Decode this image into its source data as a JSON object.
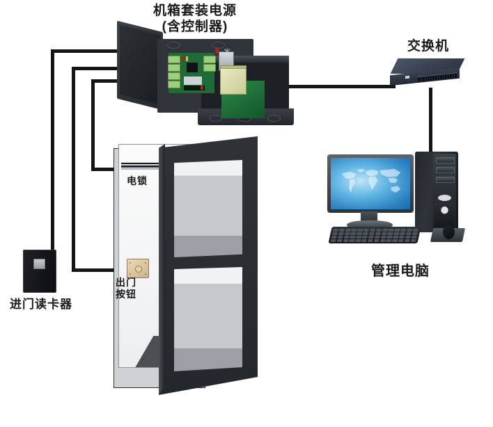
{
  "diagram": {
    "title": "Access Control System Wiring Diagram",
    "background": "#ffffff",
    "cable_color": "#151515"
  },
  "labels": {
    "control_box_line1": "机箱套装电源",
    "control_box_line2": "(含控制器)",
    "switch": "交换机",
    "computer": "管理电脑",
    "card_reader": "进门读卡器",
    "electric_lock": "电锁",
    "exit_button_line1": "出门",
    "exit_button_line2": "按钮"
  },
  "components": {
    "control_box": {
      "name": "机箱套装电源(含控制器)",
      "enclosure_color": "#30343a",
      "pcb_color": "#1f6b38",
      "terminal_color": "#9ccf7e",
      "battery_color": "#d8dab0"
    },
    "switch": {
      "name": "交换机",
      "body_color": "#39414f",
      "port_count": 16
    },
    "computer": {
      "name": "管理电脑",
      "monitor_wallpaper": "world-map-blue",
      "tower_color": "#23272b"
    },
    "card_reader": {
      "name": "进门读卡器",
      "body_color": "#16181b",
      "badge_color": "#b9bcc0"
    },
    "electric_lock": {
      "name": "电锁",
      "mount": "door-header"
    },
    "exit_button": {
      "name": "出门按钮",
      "plate_color": "#ddc49d"
    },
    "door": {
      "name": "门",
      "frame_color": "#cfd2d5",
      "leaf_color": "#2f3337",
      "glass_color": "#c6c9cc",
      "state": "open"
    }
  },
  "connections": [
    {
      "from": "控制器",
      "to": "进门读卡器",
      "path": "left-outer"
    },
    {
      "from": "控制器",
      "to": "出门按钮",
      "path": "left-middle"
    },
    {
      "from": "控制器",
      "to": "电锁",
      "path": "left-inner"
    },
    {
      "from": "控制器",
      "to": "交换机",
      "path": "horizontal-right"
    },
    {
      "from": "交换机",
      "to": "管理电脑",
      "path": "vertical-down"
    }
  ]
}
